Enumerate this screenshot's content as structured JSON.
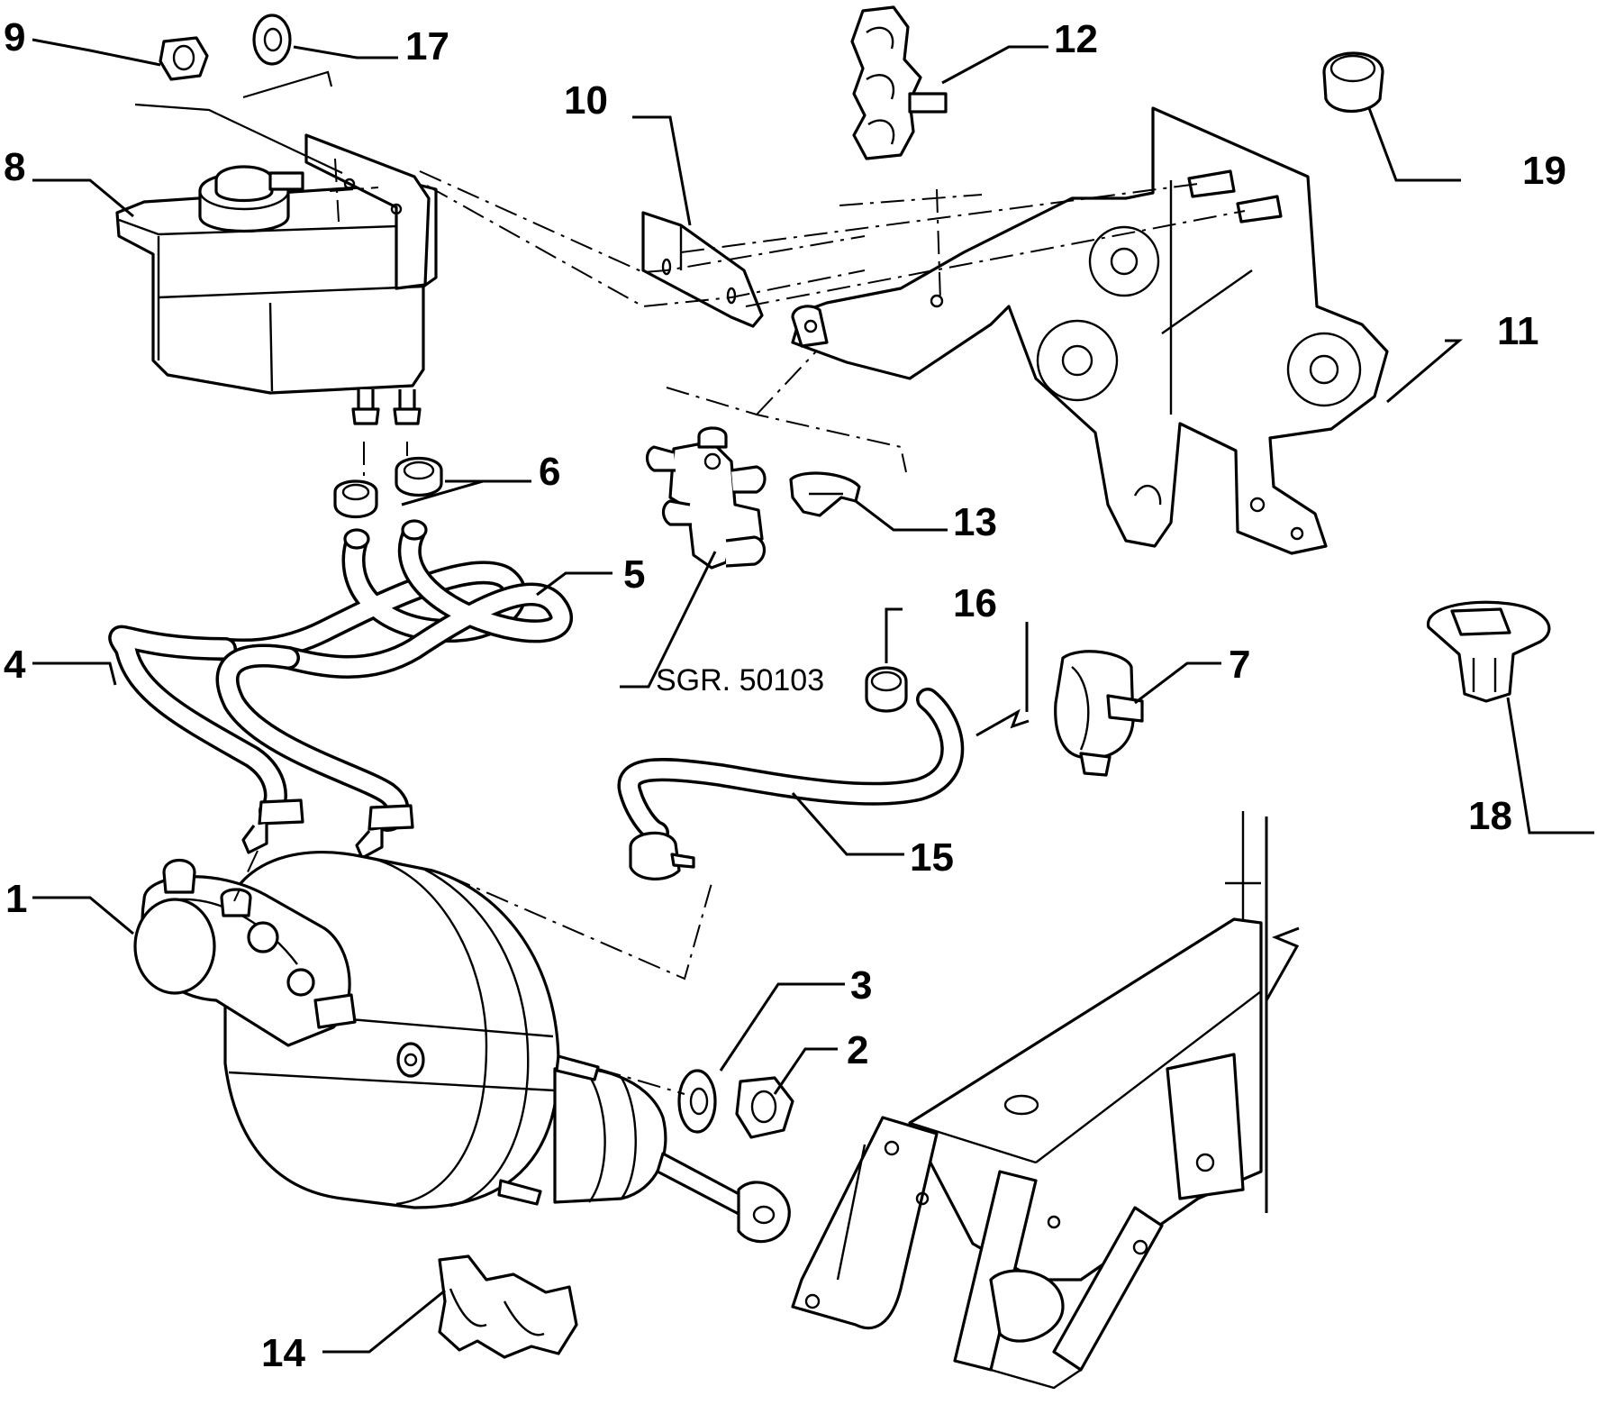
{
  "callouts": {
    "c1": "1",
    "c2": "2",
    "c3": "3",
    "c4": "4",
    "c5": "5",
    "c6": "6",
    "c7": "7",
    "c8": "8",
    "c9": "9",
    "c10": "10",
    "c11": "11",
    "c12": "12",
    "c13": "13",
    "c14": "14",
    "c15": "15",
    "c16": "16",
    "c17": "17",
    "c18": "18",
    "c19": "19"
  },
  "reference": "SGR. 50103"
}
